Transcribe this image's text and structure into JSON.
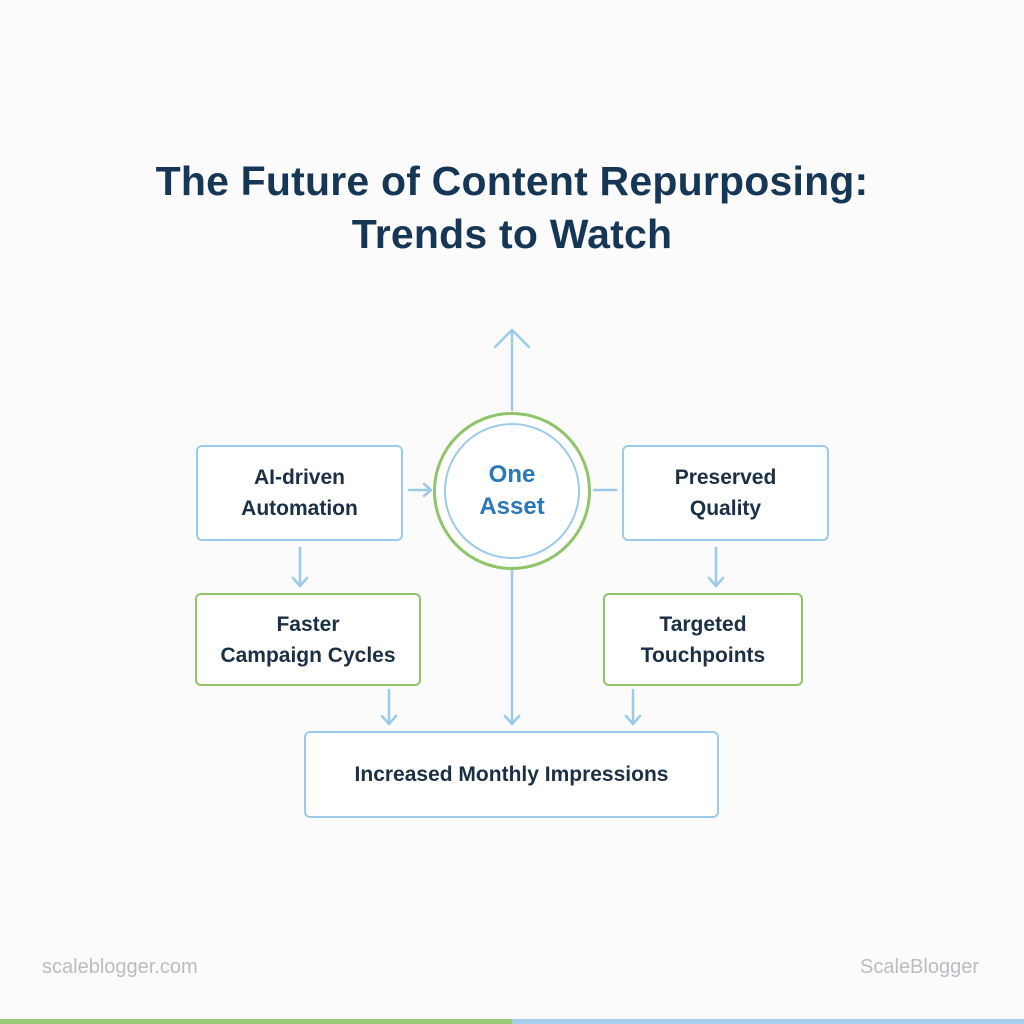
{
  "title": {
    "line1": "The Future of Content Repurposing:",
    "line2": "Trends to Watch"
  },
  "hub": {
    "label_line1": "One",
    "label_line2": "Asset"
  },
  "nodes": {
    "ai_automation": {
      "line1": "AI-driven",
      "line2": "Automation"
    },
    "preserved_quality": {
      "line1": "Preserved",
      "line2": "Quality"
    },
    "faster_cycles": {
      "line1": "Faster",
      "line2": "Campaign Cycles"
    },
    "targeted_touchpoints": {
      "line1": "Targeted",
      "line2": "Touchpoints"
    },
    "impressions": {
      "label": "Increased Monthly Impressions"
    }
  },
  "footer": {
    "left": "scaleblogger.com",
    "right": "ScaleBlogger"
  },
  "colors": {
    "title": "#163656",
    "node_text": "#1b2f45",
    "hub_text": "#2a78b8",
    "blue_border": "#9ccbea",
    "green_border": "#8fc46a",
    "arrow": "#9ccbea"
  }
}
